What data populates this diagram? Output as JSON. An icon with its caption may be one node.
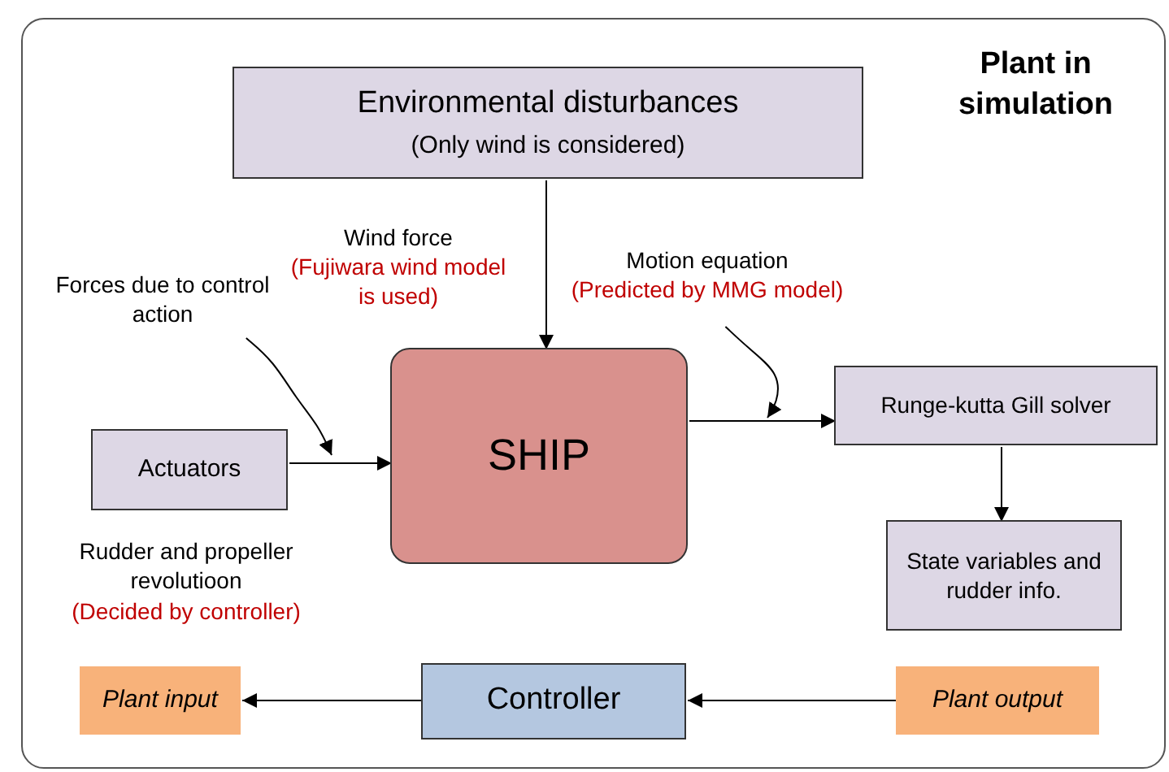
{
  "diagram": {
    "nodes": [
      {
        "text": [
          "Plant in simulation"
        ]
      },
      {
        "text": [
          "Environmental disturbances",
          "(Only wind is considered)"
        ],
        "in": 0
      },
      {
        "text": [
          "SHIP"
        ],
        "in": 0
      },
      {
        "text": [
          "Actuators"
        ],
        "in": 0
      },
      {
        "text": [
          "Runge-kutta Gill solver"
        ],
        "in": 0
      },
      {
        "text": [
          "State variables and rudder info."
        ],
        "in": 0
      },
      {
        "text": [
          "Plant input"
        ],
        "in": 0
      },
      {
        "text": [
          "Controller"
        ],
        "in": 0
      },
      {
        "text": [
          "Plant output"
        ],
        "in": 0
      },
      {
        "text": [
          "Forces due to control action"
        ],
        "in": 0
      },
      {
        "text": [
          "Motion equation",
          "(Predicted by MMG model)"
        ],
        "in": 0
      }
    ],
    "edges": [
      {
        "from": 1,
        "to": 2,
        "arrow": "to"
      },
      {
        "from": 3,
        "to": 2,
        "arrow": "to"
      },
      {
        "from": 2,
        "to": 4,
        "arrow": "to"
      },
      {
        "from": 4,
        "to": 5,
        "arrow": "to"
      },
      {
        "from": 7,
        "to": 6,
        "arrow": "to"
      },
      {
        "from": 8,
        "to": 7,
        "arrow": "to"
      },
      {
        "from": 9,
        "to": null,
        "arrow": "to"
      },
      {
        "from": 10,
        "to": null,
        "arrow": "to"
      }
    ],
    "labels": [
      "Wind force",
      "(Fujiwara wind model is used)",
      "Rudder and propeller revolutioon",
      "(Decided by controller)"
    ]
  }
}
